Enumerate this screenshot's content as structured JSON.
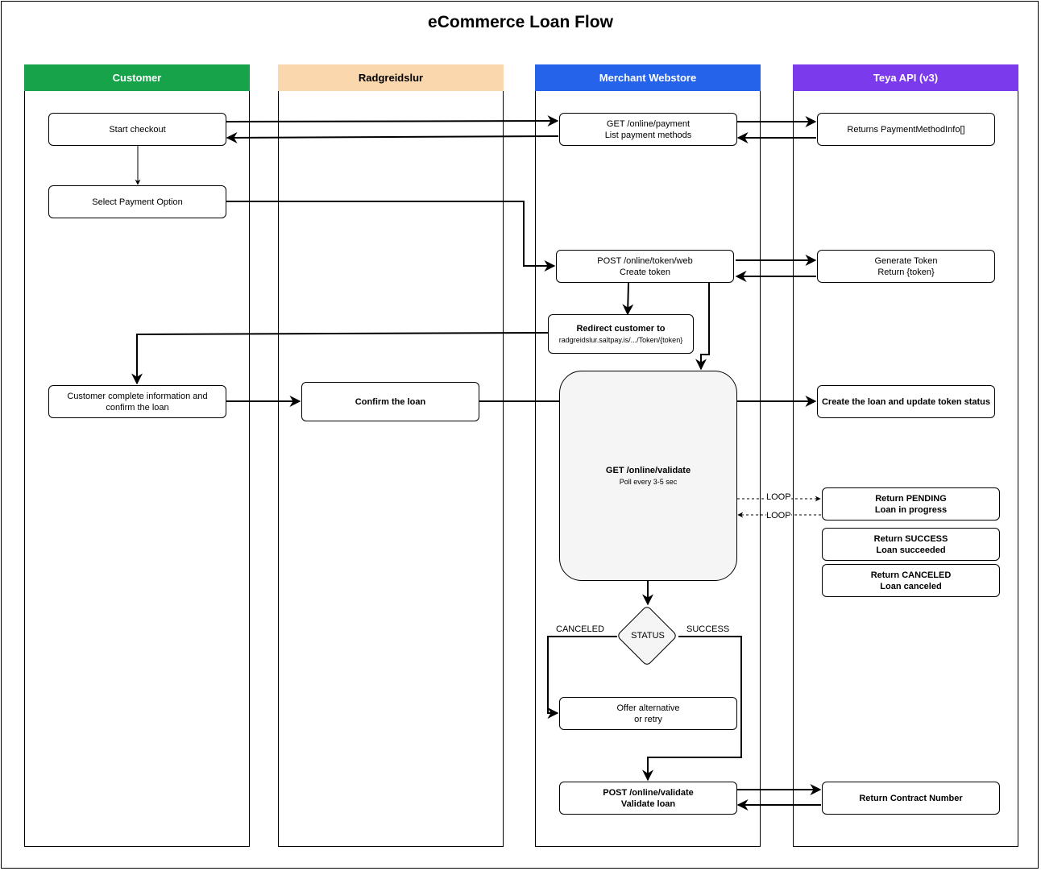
{
  "title": "eCommerce Loan Flow",
  "lanes": [
    {
      "label": "Customer",
      "header_color": "#16a34a",
      "text_color": "#ffffff"
    },
    {
      "label": "Radgreidslur",
      "header_color": "#fad7ac",
      "text_color": "#000000"
    },
    {
      "label": "Merchant Webstore",
      "header_color": "#2563eb",
      "text_color": "#ffffff"
    },
    {
      "label": "Teya API (v3)",
      "header_color": "#7c3aed",
      "text_color": "#ffffff"
    }
  ],
  "customer": {
    "start_checkout": "Start checkout",
    "select_payment": "Select Payment Option",
    "complete_info_1": "Customer complete information and",
    "complete_info_2": "confirm the loan"
  },
  "radgreidslur": {
    "confirm_loan": "Confirm the loan"
  },
  "merchant": {
    "get_payment_1": "GET /online/payment",
    "get_payment_2": "List payment methods",
    "post_token_1": "POST /online/token/web",
    "post_token_2": "Create token",
    "redirect_1": "Redirect customer to",
    "redirect_2": "radgreidslur.saltpay.is/.../Token/{token}",
    "validate_1": "GET /online/validate",
    "validate_2": "Poll every 3-5 sec",
    "status": "STATUS",
    "offer_1": "Offer alternative",
    "offer_2": "or retry",
    "post_validate_1": "POST /online/validate",
    "post_validate_2": "Validate loan"
  },
  "teya": {
    "returns_methods": "Returns PaymentMethodInfo[]",
    "generate_token_1": "Generate Token",
    "generate_token_2": "Return {token}",
    "create_loan": "Create the loan and update token status",
    "pending_1": "Return PENDING",
    "pending_2": "Loan in progress",
    "success_1": "Return SUCCESS",
    "success_2": "Loan succeeded",
    "canceled_1": "Return CANCELED",
    "canceled_2": "Loan canceled",
    "contract": "Return Contract Number"
  },
  "edge_labels": {
    "loop_out": "LOOP",
    "loop_in": "LOOP",
    "canceled": "CANCELED",
    "success": "SUCCESS"
  }
}
